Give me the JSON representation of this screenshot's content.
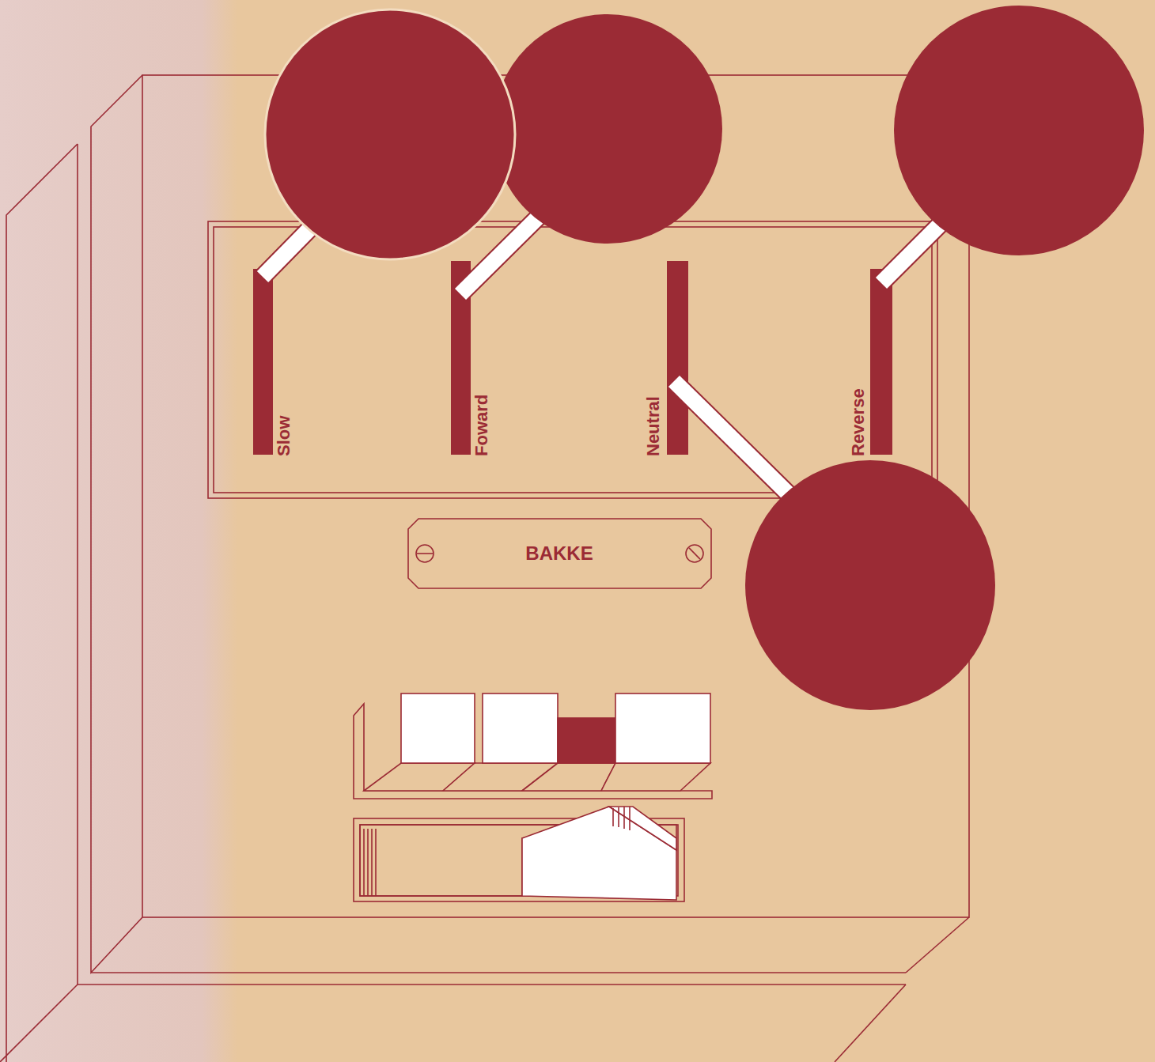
{
  "diagram": {
    "nodes": [
      {
        "text": [
          "BAKKE"
        ]
      }
    ],
    "labels": [
      "Slow",
      "Foward",
      "Neutral",
      "Reverse"
    ]
  }
}
